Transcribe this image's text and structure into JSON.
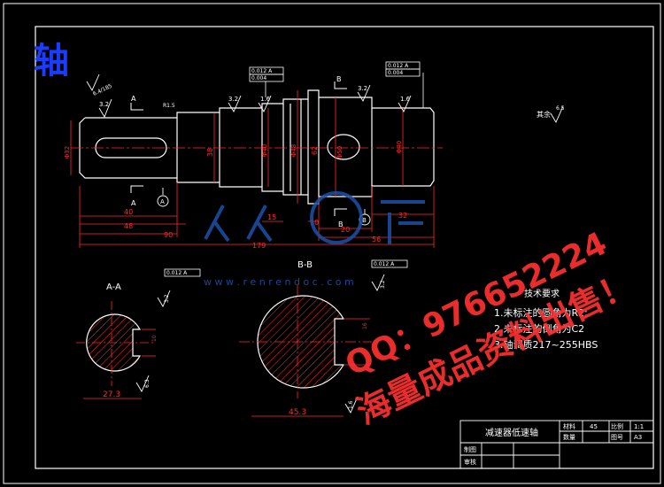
{
  "title": "轴",
  "main_view": {
    "roughness_marks": [
      "6.4/185",
      "3.2",
      "3.2",
      "1.6",
      "3.2",
      "1.6"
    ],
    "rounding_label": "R1.5",
    "section_marks": [
      "A",
      "A",
      "B",
      "B"
    ],
    "datum_marks": [
      "A",
      "B"
    ],
    "tolerance_frames": [
      [
        "0.012 A",
        "0.004"
      ],
      [
        "0.012 A",
        "0.004"
      ]
    ],
    "diameter_labels": [
      "Φ32",
      "38",
      "Φ40",
      "Φ48",
      "62",
      "Φ50",
      "Φ40"
    ],
    "dimensions_h": [
      "40",
      "48",
      "90",
      "15",
      "10",
      "20",
      "32",
      "56",
      "179"
    ],
    "other_roughness": "其余",
    "other_roughness_value": "6.5"
  },
  "section_aa": {
    "label": "A-A",
    "tolerance": "0.012 A",
    "roughness": "3.2",
    "depth": "10",
    "width": "27.3",
    "roughness2": "6.3"
  },
  "section_bb": {
    "label": "B-B",
    "tolerance": "0.012 A",
    "roughness": "3.2",
    "width_key": "16",
    "width": "45.3",
    "roughness2": "1.6"
  },
  "tech_req": {
    "heading": "技术要求",
    "items": [
      "1.未标注的圆角为R2;",
      "2.未标注的倒角为C2",
      "3.轴调质217~255HBS"
    ]
  },
  "title_block": {
    "name": "减速器低速轴",
    "material_label": "材料",
    "material": "45",
    "scale_label": "比例",
    "scale": "1:1",
    "qty_label": "数量",
    "sheet_label": "图号",
    "sheet": "A3",
    "draw_label": "制图",
    "check_label": "审核"
  },
  "watermark": {
    "qq": "QQ：976652224",
    "sale": "海量成品资料出售！",
    "site": "w w w . r e n r e n d o c . c o m"
  },
  "colors": {
    "background": "#000000",
    "outline": "#ffffff",
    "dimension": "#ff2a2a",
    "hatch": "#ff2a2a",
    "title": "#1a3cff",
    "watermark_logo": "#1e50a8"
  }
}
